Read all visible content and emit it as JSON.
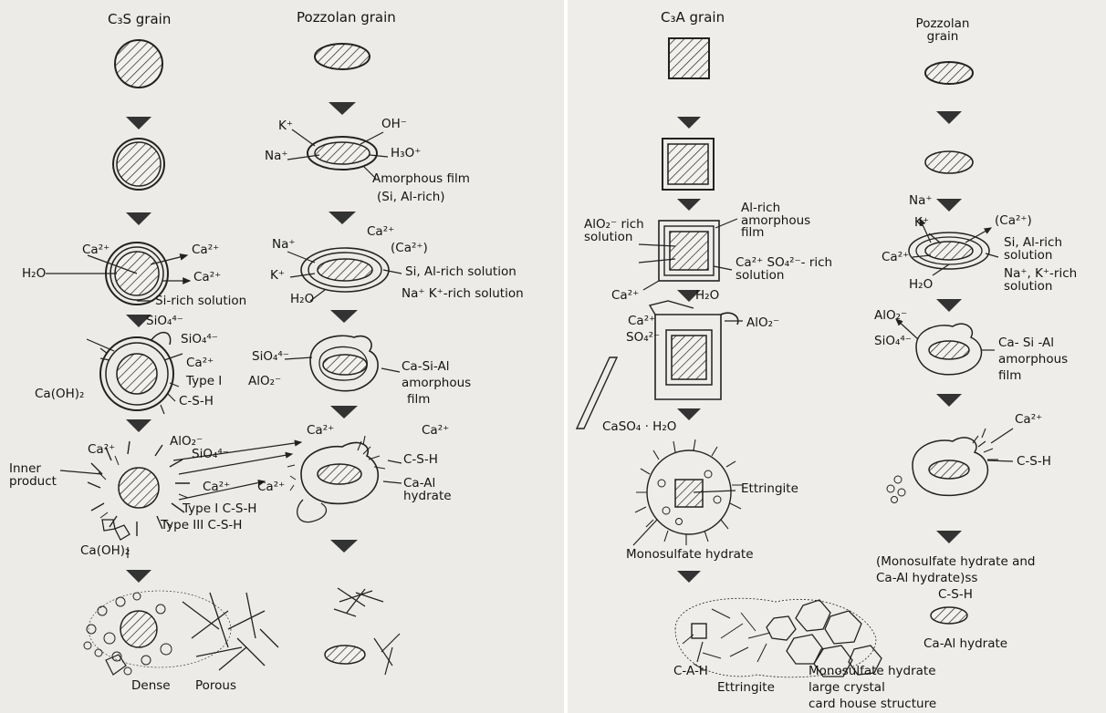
{
  "left": {
    "c3s_grain": "C₃S grain",
    "pozzolan_grain": "Pozzolan grain",
    "k_plus": "K⁺",
    "na_plus": "Na⁺",
    "oh_minus": "OH⁻",
    "h3o_plus": "H₃O⁺",
    "amorphous_film": "Amorphous film",
    "si_al_rich": "(Si, Al-rich)",
    "ca_left_a": "Ca²⁺",
    "ca_right_a": "Ca²⁺",
    "ca_right_b": "Ca²⁺",
    "h2o_a": "H₂O",
    "si_rich_solution": "Si-rich solution",
    "ca2_top": "Ca²⁺",
    "na_plus_2": "Na⁺",
    "ca2_paren": "(Ca²⁺)",
    "k_plus_2": "K⁺",
    "si_al_rich_solution": "Si, Al-rich solution",
    "na_k_rich_solution": "Na⁺ K⁺-rich solution",
    "h2o_b": "H₂O",
    "sio4_a": "SiO₄⁴⁻",
    "sio4_b": "SiO₄⁴⁻",
    "ca2_c": "Ca²⁺",
    "ca_oh_a": "Ca(OH)₂",
    "type1_csh": "Type I",
    "csh_a": "C-S-H",
    "sio4_c": "SiO₄⁴⁻",
    "alo2_a": "AlO₂⁻",
    "ca_si_al_film": "Ca-Si-Al",
    "amorphous_film_2": "amorphous",
    "film_word": "film",
    "ca2_d": "Ca²⁺",
    "alo2_b": "AlO₂⁻",
    "sio4_d": "SiO₄⁴⁻",
    "inner_product": "Inner product",
    "ca2_e": "Ca²⁺",
    "type1_csh_b": "Type I C-S-H",
    "type3_csh": "Type III C-S-H",
    "ca2_f": "Ca²⁺",
    "ca2_g": "Ca²⁺",
    "ca2_h": "Ca²⁺",
    "csh_b": "C-S-H",
    "ca_al_hydrate": "Ca-Al hydrate",
    "ca_oh_b": "Ca(OH)₂",
    "dense": "Dense",
    "porous": "Porous"
  },
  "right": {
    "c3a_grain": "C₃A grain",
    "pozzolan_grain": "Pozzolan grain",
    "alo2_rich_solution": "AlO₂⁻ rich solution",
    "al_rich_film": "Al-rich amorphous film",
    "ca_so4_rich": "Ca²⁺ SO₄²⁻- rich solution",
    "ca2_a": "Ca²⁺",
    "h2o_a": "H₂O",
    "ca2_b": "Ca²⁺",
    "so4": "SO₄²⁻",
    "alo2_a": "AlO₂⁻",
    "caso4": "CaSO₄ · H₂O",
    "ettringite_a": "Ettringite",
    "monosulfate_hydrate": "Monosulfate hydrate",
    "c_a_h": "C-A-H",
    "ettringite_b": "Ettringite",
    "monosulfate_crystal": "Monosulfate hydrate",
    "large_crystal": "large crystal",
    "card_house": "card house structure",
    "na_plus": "Na⁺",
    "k_plus": "K⁺",
    "ca2_paren": "(Ca²⁺)",
    "ca2_c": "Ca²⁺",
    "si_al_rich_solution": "Si, Al-rich solution",
    "h2o_b": "H₂O",
    "na_k_rich_solution": "Na⁺, K⁺-rich solution",
    "alo2_b": "AlO₂⁻",
    "sio4": "SiO₄⁴⁻",
    "ca_si_al_film": "Ca- Si -Al",
    "amorphous": "amorphous",
    "film_word": "film",
    "ca2_d": "Ca²⁺",
    "csh": "C-S-H",
    "monosulfate_and_caal": "(Monosulfate hydrate and",
    "ca_al_hydrate_ss": "Ca-Al hydrate)ss",
    "csh_b": "C-S-H",
    "ca_al_hydrate_b": "Ca-Al hydrate"
  }
}
